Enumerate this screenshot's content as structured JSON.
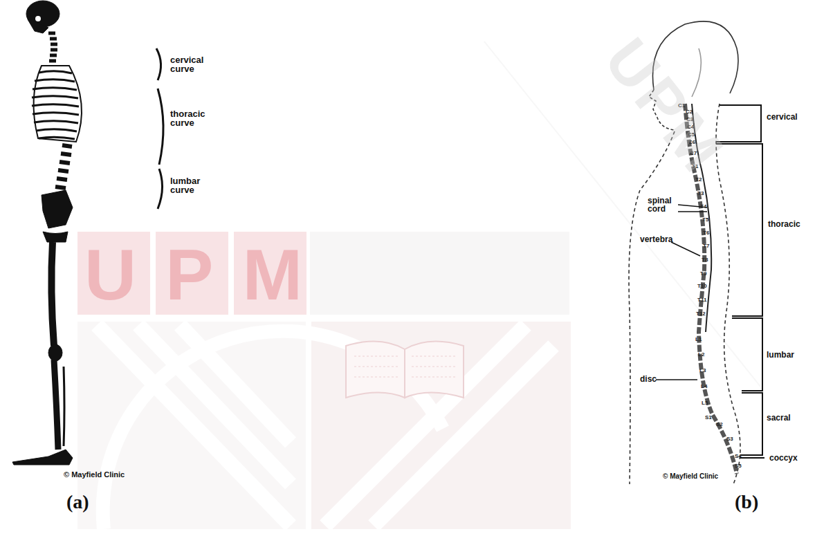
{
  "diagram": {
    "labels": [
      "cervical curve",
      "thoracic curve",
      "lumbar curve",
      "© Mayfield Clinic",
      "(a)",
      "UPM",
      "C1",
      "C2",
      "C3",
      "C4",
      "C5",
      "C6",
      "C7",
      "T1",
      "T2",
      "T3",
      "T4",
      "T5",
      "T6",
      "T7",
      "T8",
      "T9",
      "T10",
      "T11",
      "T12",
      "L1",
      "L2",
      "L3",
      "L4",
      "L5",
      "S1",
      "S2",
      "S3",
      "S4",
      "S5",
      "spinal cord",
      "vertebra",
      "disc",
      "cervical",
      "thoracic",
      "lumbar",
      "sacral",
      "coccyx",
      "© Mayfield Clinic",
      "(b)",
      "UPM"
    ]
  }
}
